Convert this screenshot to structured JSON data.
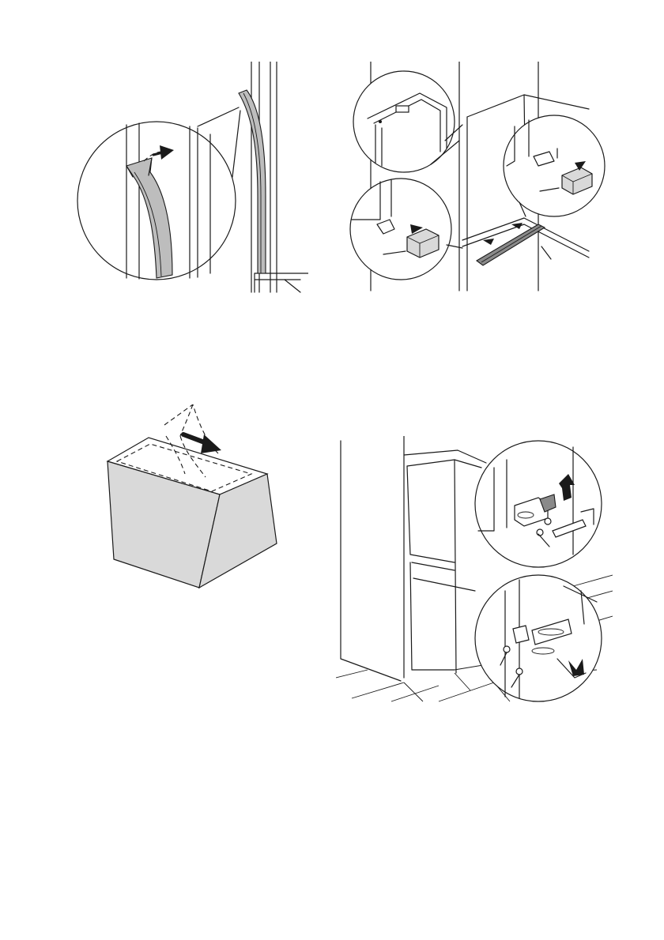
{
  "page": {
    "background": "#ffffff",
    "line_color": "#1a1a1a",
    "fill_light": "#d9d9d9",
    "fill_seal": "#bdbdbd"
  },
  "figures": [
    {
      "name": "door-seal-illustration",
      "icon": "door-seal-fitting-icon"
    },
    {
      "name": "cover-cap-illustration",
      "icon": "cover-cap-fitting-icon"
    },
    {
      "name": "adhesive-strip-box-illustration",
      "icon": "adhesive-box-icon"
    },
    {
      "name": "door-hinge-mounting-illustration",
      "icon": "door-hinge-bracket-icon"
    }
  ]
}
